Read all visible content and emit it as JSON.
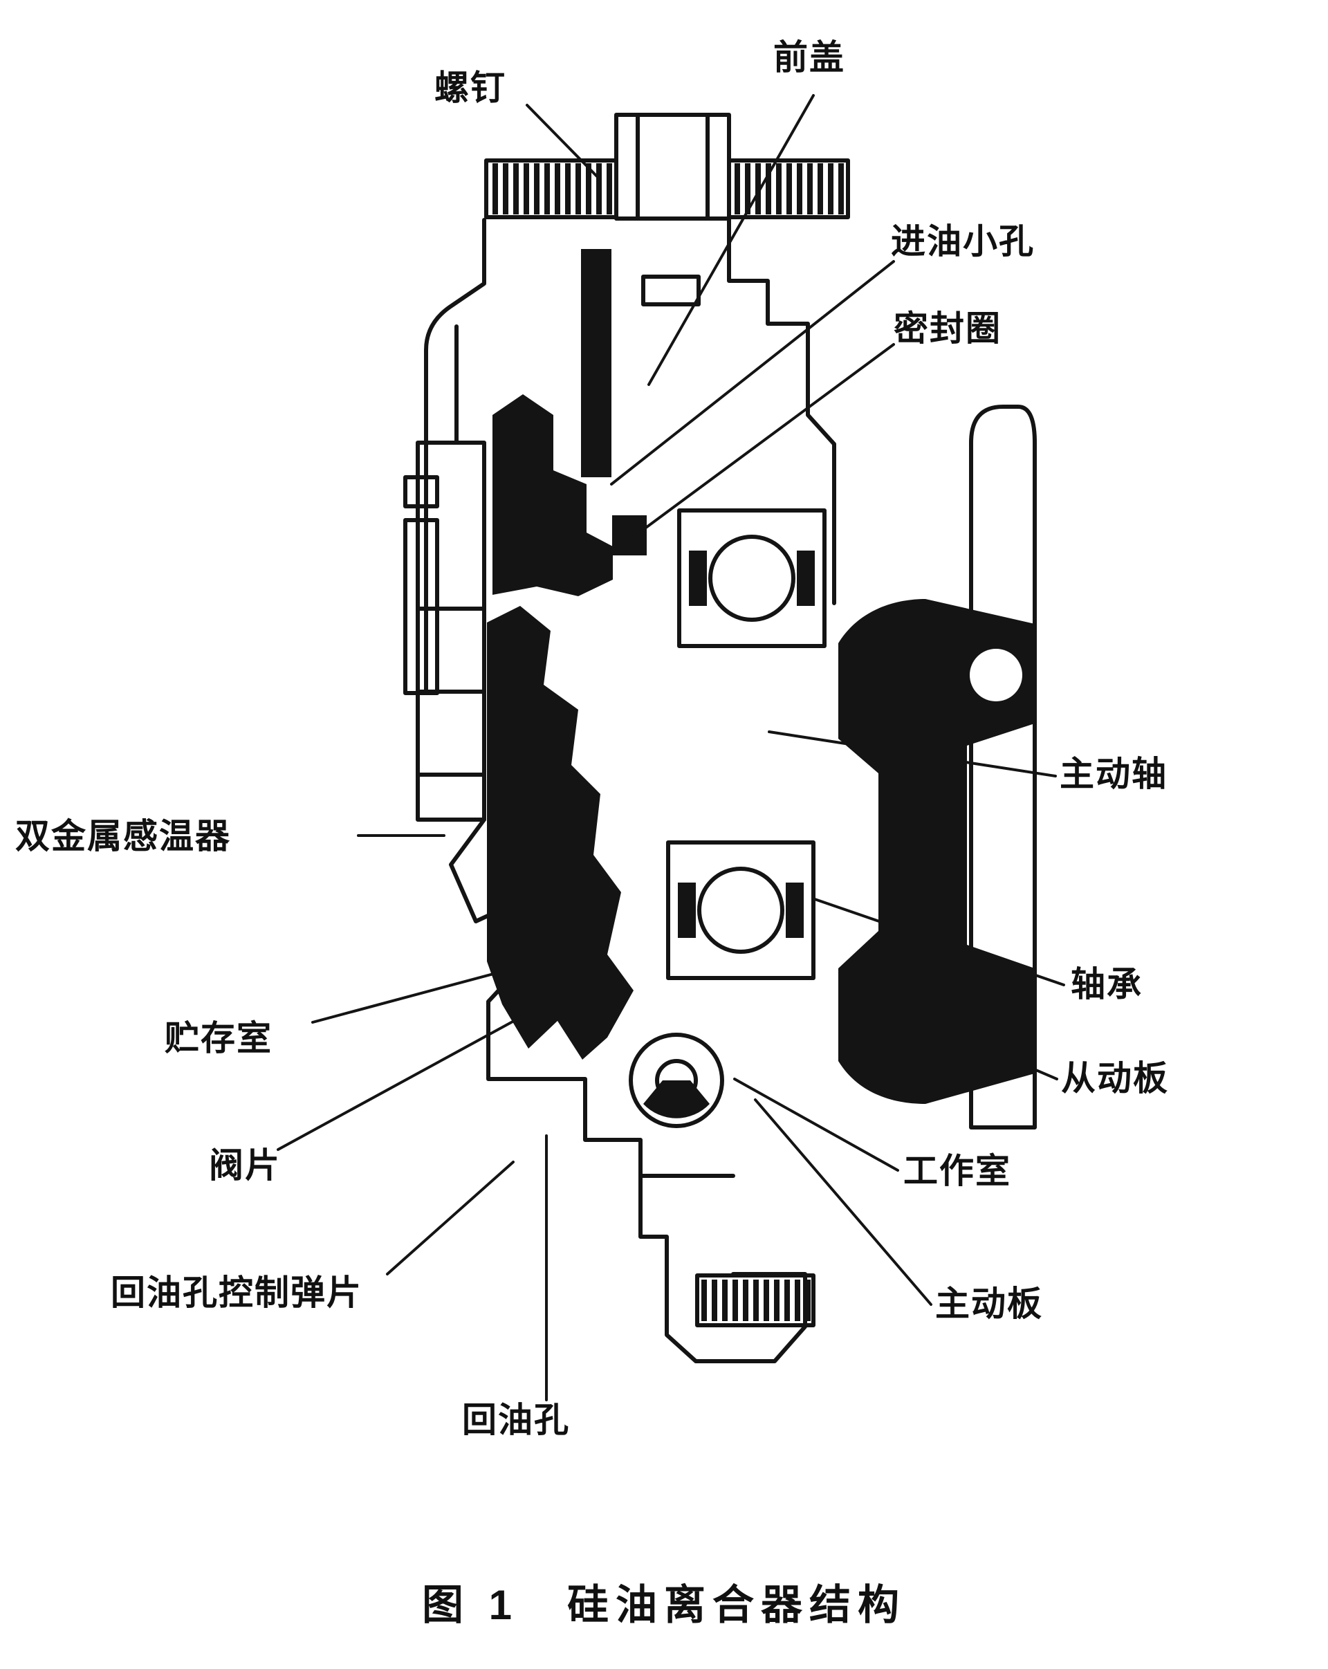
{
  "figure": {
    "caption": "图 1　硅油离合器结构",
    "labels": [
      {
        "id": "screw",
        "text": "螺钉"
      },
      {
        "id": "front-cover",
        "text": "前盖"
      },
      {
        "id": "oil-inlet-hole",
        "text": "进油小孔"
      },
      {
        "id": "seal-ring",
        "text": "密封圈"
      },
      {
        "id": "drive-shaft",
        "text": "主动轴"
      },
      {
        "id": "bimetal-sensor",
        "text": "双金属感温器"
      },
      {
        "id": "bearing",
        "text": "轴承"
      },
      {
        "id": "driven-plate",
        "text": "从动板"
      },
      {
        "id": "storage-chamber",
        "text": "贮存室"
      },
      {
        "id": "working-chamber",
        "text": "工作室"
      },
      {
        "id": "valve-plate",
        "text": "阀片"
      },
      {
        "id": "drive-plate",
        "text": "主动板"
      },
      {
        "id": "return-hole-spring",
        "text": "回油孔控制弹片"
      },
      {
        "id": "return-oil-hole",
        "text": "回油孔"
      }
    ],
    "colors": {
      "ink": "#111111",
      "background": "#ffffff"
    }
  }
}
